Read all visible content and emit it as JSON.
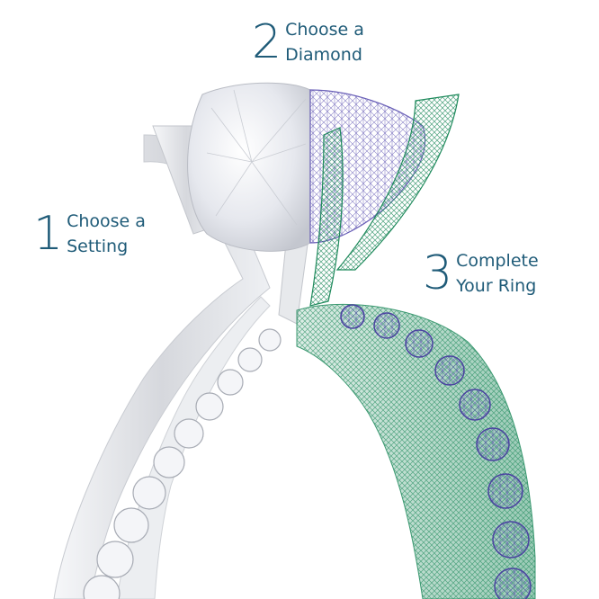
{
  "steps": [
    {
      "number": "1",
      "line1": "Choose a",
      "line2": "Setting"
    },
    {
      "number": "2",
      "line1": "Choose a",
      "line2": "Diamond"
    },
    {
      "number": "3",
      "line1": "Complete",
      "line2": "Your Ring"
    }
  ],
  "colors": {
    "text": "#1f5b78",
    "metal": "#d9dbe0",
    "wireframe_green": "#1f8a5c",
    "wireframe_purple": "#5a4fb0"
  }
}
